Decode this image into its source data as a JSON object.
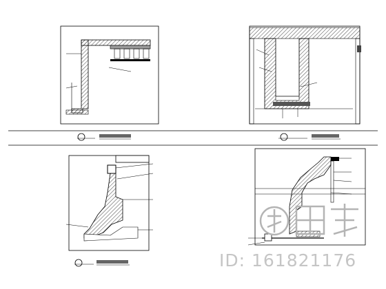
{
  "colors": {
    "line": "#000000",
    "hatch": "#555555",
    "fill": "#9a9a9a",
    "watermark": "#b4b4b4"
  },
  "watermark": {
    "brand_text": "",
    "id_text": "ID: 161821176",
    "logo": "brand-watermark-logo"
  },
  "sheet": {
    "title_block_texts_legible": false,
    "details": [
      {
        "key": "detail-1",
        "title": "",
        "scale": "",
        "callouts": []
      },
      {
        "key": "detail-2",
        "title": "",
        "scale": "",
        "callouts": []
      },
      {
        "key": "detail-3",
        "title": "",
        "scale": "",
        "callouts": []
      },
      {
        "key": "detail-4",
        "title": "",
        "scale": "",
        "callouts": []
      }
    ]
  }
}
